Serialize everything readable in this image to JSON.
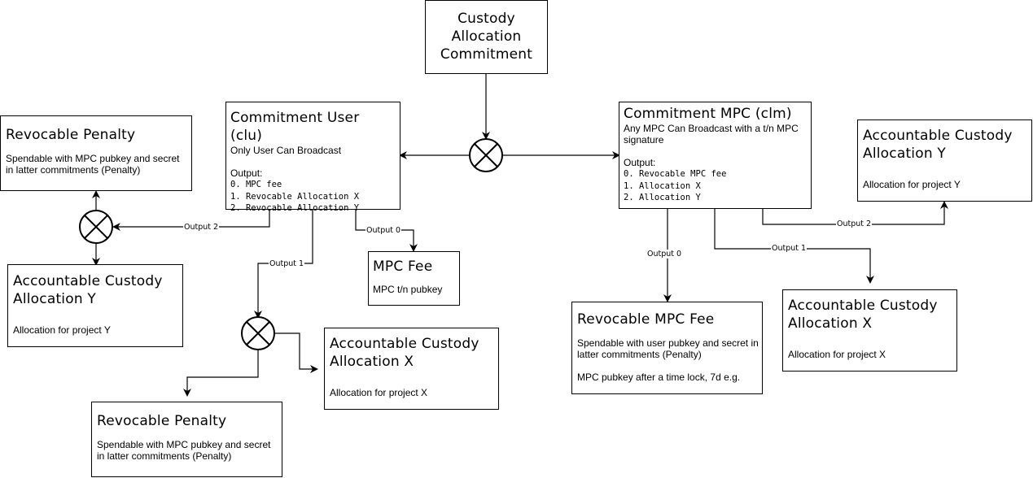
{
  "nodes": {
    "custody_commitment": {
      "title_lines": [
        "Custody",
        "Allocation",
        "Commitment"
      ]
    },
    "commitment_user": {
      "title": "Commitment User (clu)",
      "subtitle": "Only User Can Broadcast",
      "output_label": "Output:",
      "outputs": [
        "0. MPC fee",
        "1. Revocable Allocation X",
        "2. Revocable Allocation Y"
      ]
    },
    "commitment_mpc": {
      "title": "Commitment MPC (clm)",
      "subtitle": "Any MPC Can Broadcast with a t/n MPC signature",
      "output_label": "Output:",
      "outputs": [
        "0. Revocable MPC fee",
        "1. Allocation X",
        "2. Allocation Y"
      ]
    },
    "revocable_penalty_top": {
      "title": "Revocable Penalty",
      "desc": "Spendable with MPC pubkey and secret in latter commitments (Penalty)"
    },
    "accountable_y_left": {
      "title_lines": [
        "Accountable Custody",
        "Allocation Y"
      ],
      "desc": "Allocation for project Y"
    },
    "mpc_fee": {
      "title": "MPC Fee",
      "desc": "MPC t/n pubkey"
    },
    "accountable_x_left": {
      "title_lines": [
        "Accountable Custody",
        "Allocation X"
      ],
      "desc": "Allocation for project X"
    },
    "revocable_penalty_bottom": {
      "title": "Revocable Penalty",
      "desc": "Spendable with MPC pubkey and secret in latter commitments (Penalty)"
    },
    "accountable_y_right": {
      "title_lines": [
        "Accountable Custody",
        "Allocation Y"
      ],
      "desc": "Allocation for project Y"
    },
    "revocable_mpc_fee": {
      "title": "Revocable MPC Fee",
      "desc": "Spendable with user pubkey and secret in latter commitments (Penalty)",
      "desc2": "MPC pubkey after a time lock, 7d e.g."
    },
    "accountable_x_right": {
      "title_lines": [
        "Accountable Custody",
        "Allocation X"
      ],
      "desc": "Allocation for project X"
    }
  },
  "edge_labels": {
    "user_output_2": "Output 2",
    "user_output_0": "Output 0",
    "user_output_1": "Output 1",
    "mpc_output_0": "Output 0",
    "mpc_output_1": "Output 1",
    "mpc_output_2": "Output 2"
  }
}
